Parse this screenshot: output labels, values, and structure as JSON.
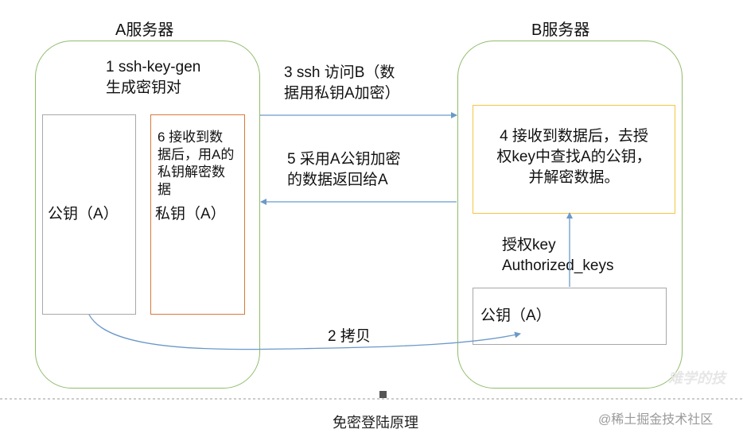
{
  "server_a": {
    "title": "A服务器",
    "step1_line1": "1 ssh-key-gen",
    "step1_line2": "生成密钥对",
    "public_key_label": "公钥（A）",
    "private_key_box": {
      "step6_lines": [
        "6 接收到数",
        "据后，用A的",
        "私钥解密数",
        "据"
      ],
      "label": "私钥（A）"
    }
  },
  "server_b": {
    "title": "B服务器",
    "step4_lines": [
      "4 接收到数据后，去授",
      "权key中查找A的公钥，",
      "并解密数据。"
    ],
    "auth_line1": "授权key",
    "auth_line2": "Authorized_keys",
    "public_key_label": "公钥（A）"
  },
  "arrows": {
    "step3_line1": "3 ssh  访问B（数",
    "step3_line2": "据用私钥A加密）",
    "step5_line1": "5 采用A公钥加密",
    "step5_line2": "的数据返回给A",
    "step2": "2 拷贝"
  },
  "footer": {
    "caption": "免密登陆原理",
    "watermark": "@稀土掘金技术社区",
    "faint_watermark": "难学的技"
  },
  "colors": {
    "panel_border": "#8fbc6a",
    "arrow": "#6a99c9",
    "private_box_border": "#d9783a",
    "step4_box_border": "#f3c742",
    "neutral_box_border": "#a8a8a8"
  }
}
